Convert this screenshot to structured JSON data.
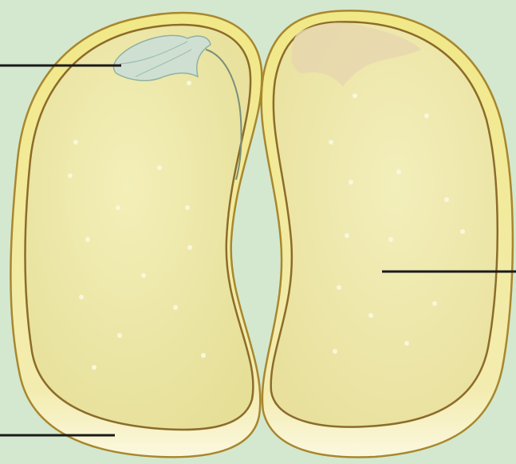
{
  "diagram": {
    "labels": [],
    "leader_lines": [
      {
        "id": "plumule-pointer"
      },
      {
        "id": "cotyledon-pointer"
      },
      {
        "id": "seed-coat-pointer"
      }
    ]
  },
  "colors": {
    "background": "#d4e8cf",
    "seed_coat_fill": "#f1ecae",
    "seed_coat_outline": "#a8872e",
    "seed_coat_rim": "#e9de6a",
    "cotyledon_fill": "#eee9a8",
    "cotyledon_outline": "#8c6c2a",
    "plumule": "#cfe0d2",
    "plumule_outline": "#8fb1a3",
    "plumule_scar": "#e6d7ae",
    "leader_line": "#1a1a1a"
  }
}
